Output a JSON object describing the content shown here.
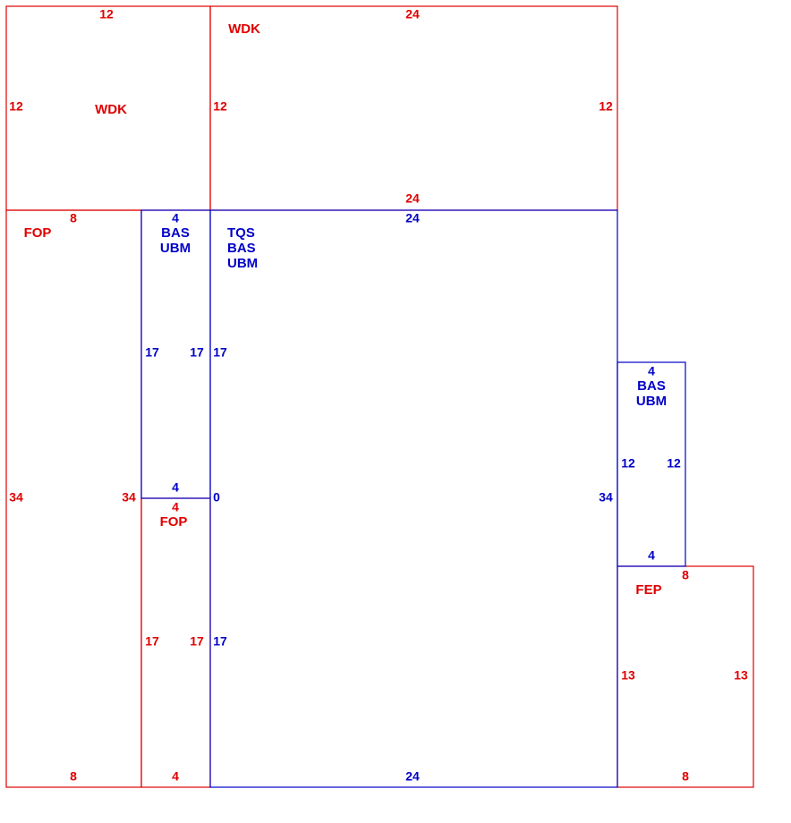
{
  "colors": {
    "red": "#e00000",
    "blue": "#0000c8",
    "background": "#ffffff"
  },
  "regions": {
    "wdk_left": {
      "name": "WDK",
      "top": "12",
      "left": "12"
    },
    "wdk_right": {
      "name": "WDK",
      "top": "24",
      "bottom": "24",
      "left": "12",
      "right": "12"
    },
    "fop_left": {
      "name": "FOP",
      "top": "8",
      "bottom": "8",
      "left": "34",
      "right": "34"
    },
    "bas_column": {
      "line1": "BAS",
      "line2": "UBM",
      "top": "4",
      "left": "17",
      "right": "17",
      "bottom": "4"
    },
    "fop_small": {
      "name": "FOP",
      "top": "4",
      "bottom": "4",
      "left": "17",
      "right": "17"
    },
    "tqs_main": {
      "line1": "TQS",
      "line2": "BAS",
      "line3": "UBM",
      "top": "24",
      "bottom": "24",
      "left_upper": "17",
      "left_mid": "0",
      "left_lower": "17",
      "right": "34"
    },
    "bas_right": {
      "line1": "BAS",
      "line2": "UBM",
      "top": "4",
      "bottom": "4",
      "left": "12",
      "right": "12"
    },
    "fep": {
      "name": "FEP",
      "top": "8",
      "bottom": "8",
      "left": "13",
      "right": "13"
    }
  }
}
